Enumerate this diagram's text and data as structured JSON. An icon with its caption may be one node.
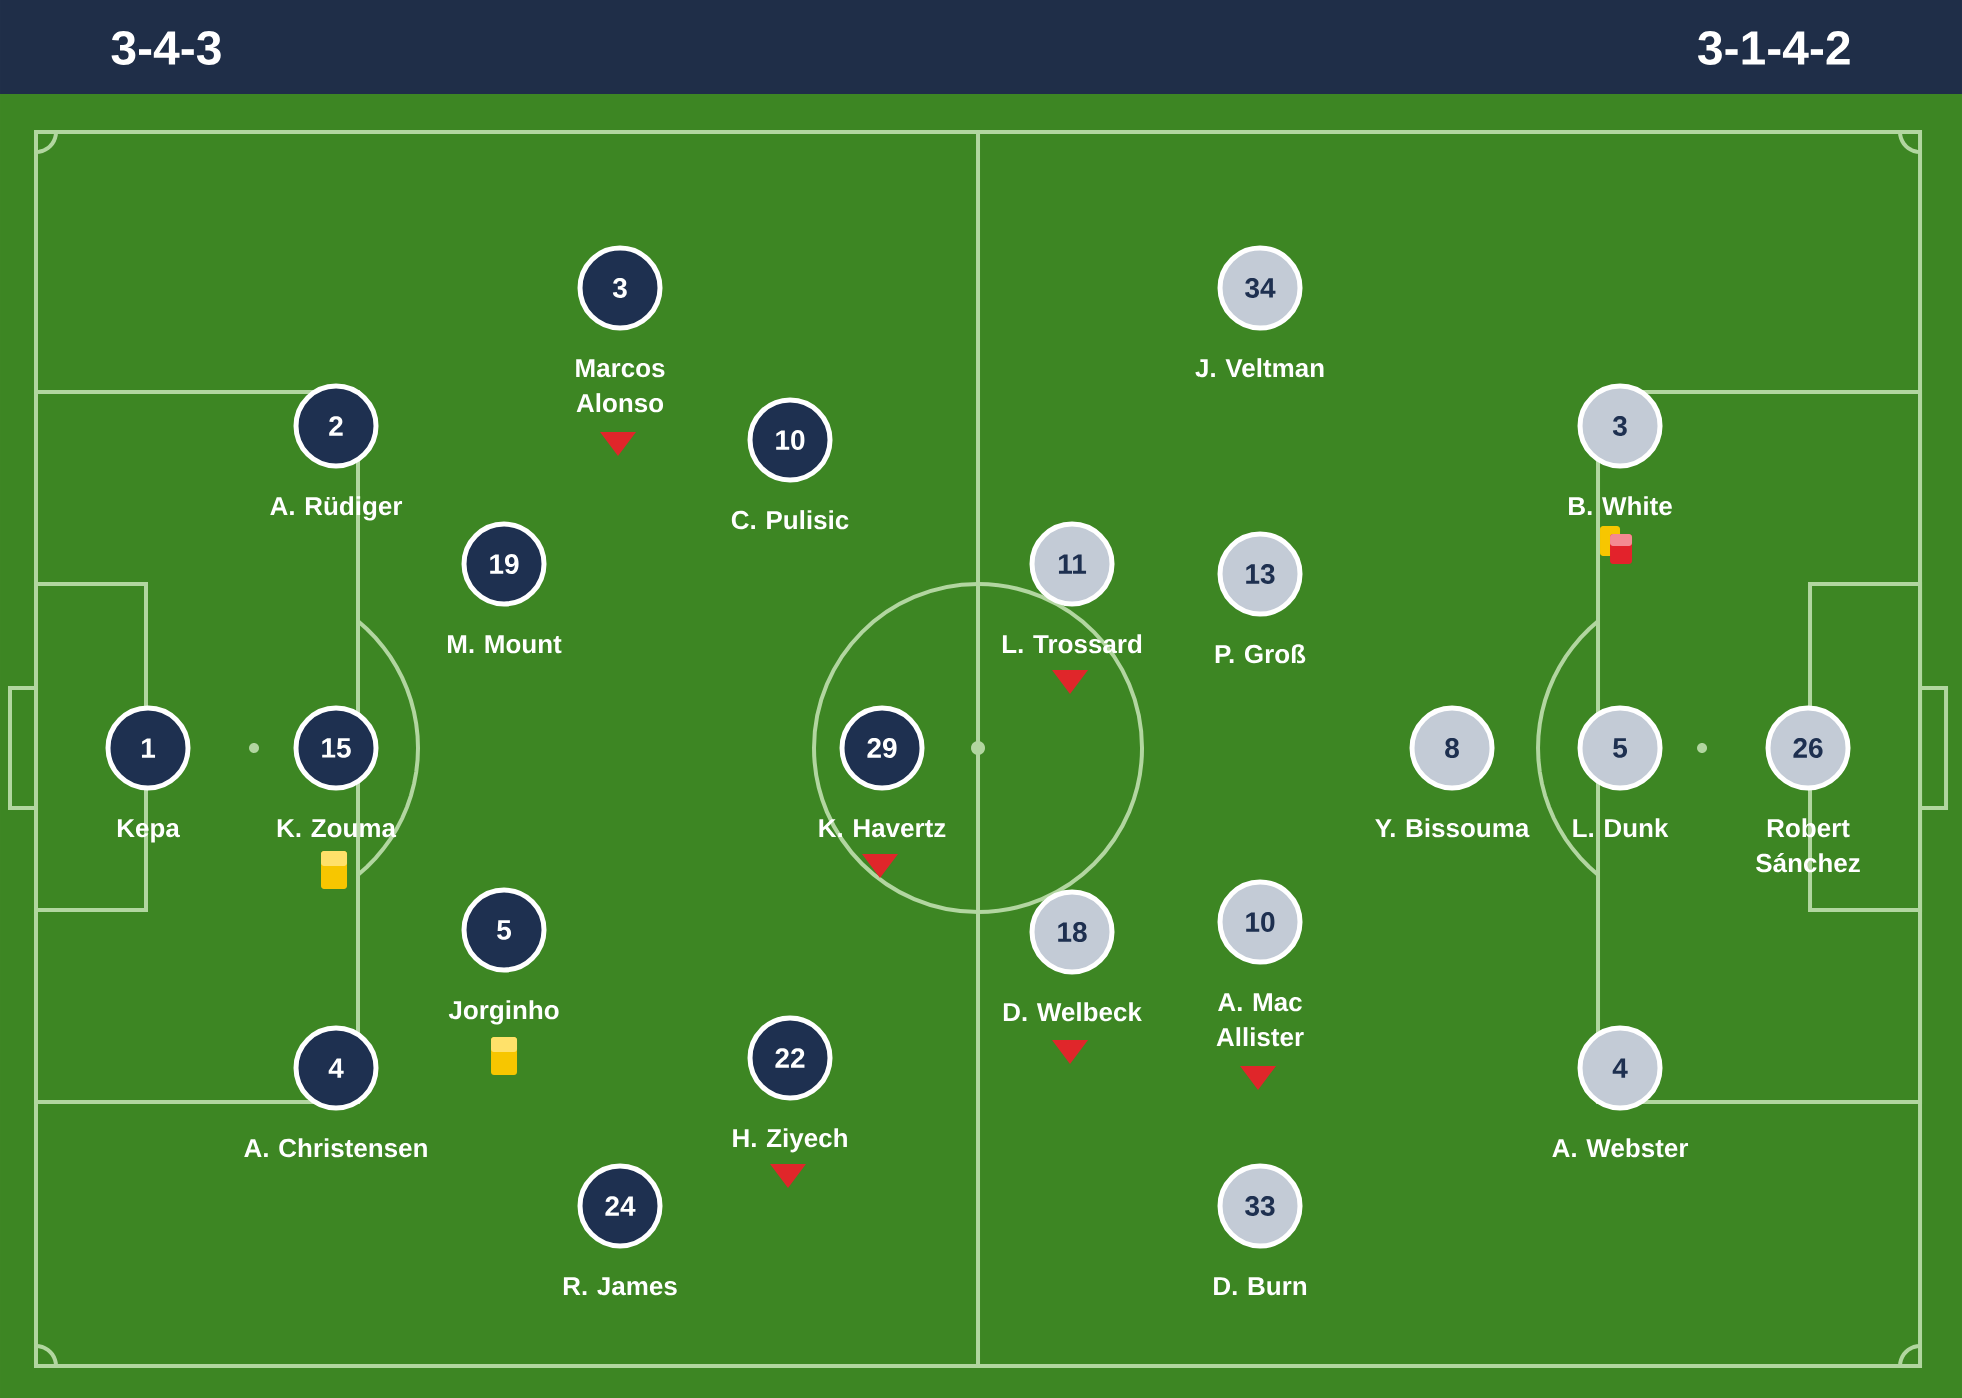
{
  "diagram": {
    "nodes": [
      {
        "text": [
          "1"
        ],
        "beside": [
          "Kepa"
        ]
      },
      {
        "text": [
          "2"
        ],
        "beside": [
          "A. Rüdiger"
        ]
      },
      {
        "text": [
          "15"
        ],
        "beside": [
          "K. Zouma"
        ]
      },
      {
        "text": [
          "4"
        ],
        "beside": [
          "A. Christensen"
        ]
      },
      {
        "text": [
          "3"
        ],
        "beside": [
          "Marcos Alonso"
        ]
      },
      {
        "text": [
          "19"
        ],
        "beside": [
          "M. Mount"
        ]
      },
      {
        "text": [
          "5"
        ],
        "beside": [
          "Jorginho"
        ]
      },
      {
        "text": [
          "24"
        ],
        "beside": [
          "R. James"
        ]
      },
      {
        "text": [
          "10"
        ],
        "beside": [
          "C. Pulisic"
        ]
      },
      {
        "text": [
          "29"
        ],
        "beside": [
          "K. Havertz"
        ]
      },
      {
        "text": [
          "22"
        ],
        "beside": [
          "H. Ziyech"
        ]
      },
      {
        "text": [
          "26"
        ],
        "beside": [
          "Robert Sánchez"
        ]
      },
      {
        "text": [
          "3"
        ],
        "beside": [
          "B. White"
        ]
      },
      {
        "text": [
          "5"
        ],
        "beside": [
          "L. Dunk"
        ]
      },
      {
        "text": [
          "4"
        ],
        "beside": [
          "A. Webster"
        ]
      },
      {
        "text": [
          "8"
        ],
        "beside": [
          "Y. Bissouma"
        ]
      },
      {
        "text": [
          "34"
        ],
        "beside": [
          "J. Veltman"
        ]
      },
      {
        "text": [
          "13"
        ],
        "beside": [
          "P. Groß"
        ]
      },
      {
        "text": [
          "10"
        ],
        "beside": [
          "A. Mac Allister"
        ]
      },
      {
        "text": [
          "33"
        ],
        "beside": [
          "D. Burn"
        ]
      },
      {
        "text": [
          "11"
        ],
        "beside": [
          "L. Trossard"
        ]
      },
      {
        "text": [
          "18"
        ],
        "beside": [
          "D. Welbeck"
        ]
      }
    ],
    "labels": [
      "3-4-3",
      "3-1-4-2"
    ]
  }
}
